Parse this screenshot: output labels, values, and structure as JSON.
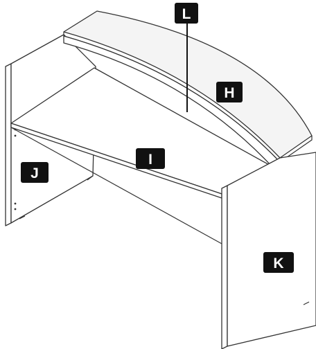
{
  "labels": {
    "L": "L",
    "H": "H",
    "I": "I",
    "J": "J",
    "K": "K"
  }
}
